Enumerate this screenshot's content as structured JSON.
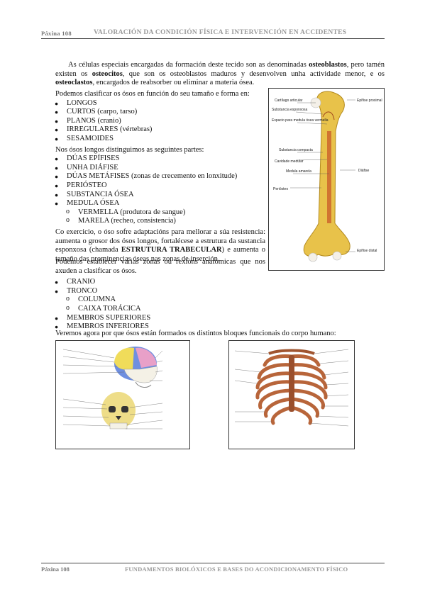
{
  "header": {
    "page": "Páxina 108",
    "title": "VALORACIÓN DA CONDICIÓN FÍSICA E INTERVENCIÓN EN ACCIDENTES"
  },
  "footer": {
    "page": "Páxina 108",
    "title": "FUNDAMENTOS BIOLÓXICOS E BASES DO ACONDICIONAMENTO FÍSICO"
  },
  "p1": {
    "a": "As células especiais encargadas da formación deste tecido son as denominadas ",
    "b": "osteoblastos",
    "c": ", pero tamén existen os ",
    "d": "osteocitos",
    "e": ", que son os osteoblastos maduros y desenvolven unha actividade menor, e os ",
    "f": "osteoclastos",
    "g": ", encargados de reabsorber ou eliminar a materia ósea."
  },
  "p2": "Podemos clasificar os ósos en función do seu tamaño e forma en:",
  "list1": [
    "LONGOS",
    "CURTOS (carpo, tarso)",
    "PLANOS (cranio)",
    "IRREGULARES (vértebras)",
    "SESAMOIDES"
  ],
  "p3": "Nos ósos longos distinguimos as seguintes partes:",
  "list2": [
    "DÚAS EPÍFISES",
    "UNHA DIÁFISE",
    "DÚAS METÁFISES (zonas de crecemento en lonxitude)",
    "PERIÓSTEO",
    "SUBSTANCIA ÓSEA",
    "MEDULA ÓSEA"
  ],
  "list2_sub": [
    "VERMELLA (produtora de sangue)",
    "MARELA (recheo, consistencia)"
  ],
  "p4": {
    "a": "Co exercicio, o óso sofre adaptacións para mellorar a súa resistencia: aumenta o grosor dos ósos longos, fortalécese a estrutura da sustancia esponxosa (chamada ",
    "b": "ESTRUTURA TRABECULAR",
    "c": ") e aumenta o tamaño das prominencias óseas nas zonas de inserción."
  },
  "p5": "Podemos establecer varias zonas ou rexións anatómicas que nos axuden a clasificar os ósos.",
  "list3": [
    "CRANIO",
    "TRONCO"
  ],
  "list3_sub": [
    "COLUMNA",
    "CAIXA TORÁCICA"
  ],
  "list3_rest": [
    "MEMBROS SUPERIORES",
    "MEMBROS INFERIORES"
  ],
  "p6": "Veremos agora por que ósos están formados os distintos bloques funcionais do corpo humano:",
  "bone_fig": {
    "left_labels": [
      "Cartílago articular",
      "Substancia esponxosa",
      "Espacio para medula ósea vermella",
      "Substancia compacta",
      "Cavidade medular",
      "Medula amarela",
      "Periósteo"
    ],
    "right_labels": [
      "Epífise proximal",
      "Diáfise",
      "Epífise distal"
    ]
  },
  "colors": {
    "bone": "#e8c24a",
    "bone_dark": "#b38a1f",
    "rib": "#b8653a",
    "skull_blue": "#6f8fe0",
    "skull_yellow": "#f0dc5a",
    "skull_pink": "#e8a0c8"
  }
}
